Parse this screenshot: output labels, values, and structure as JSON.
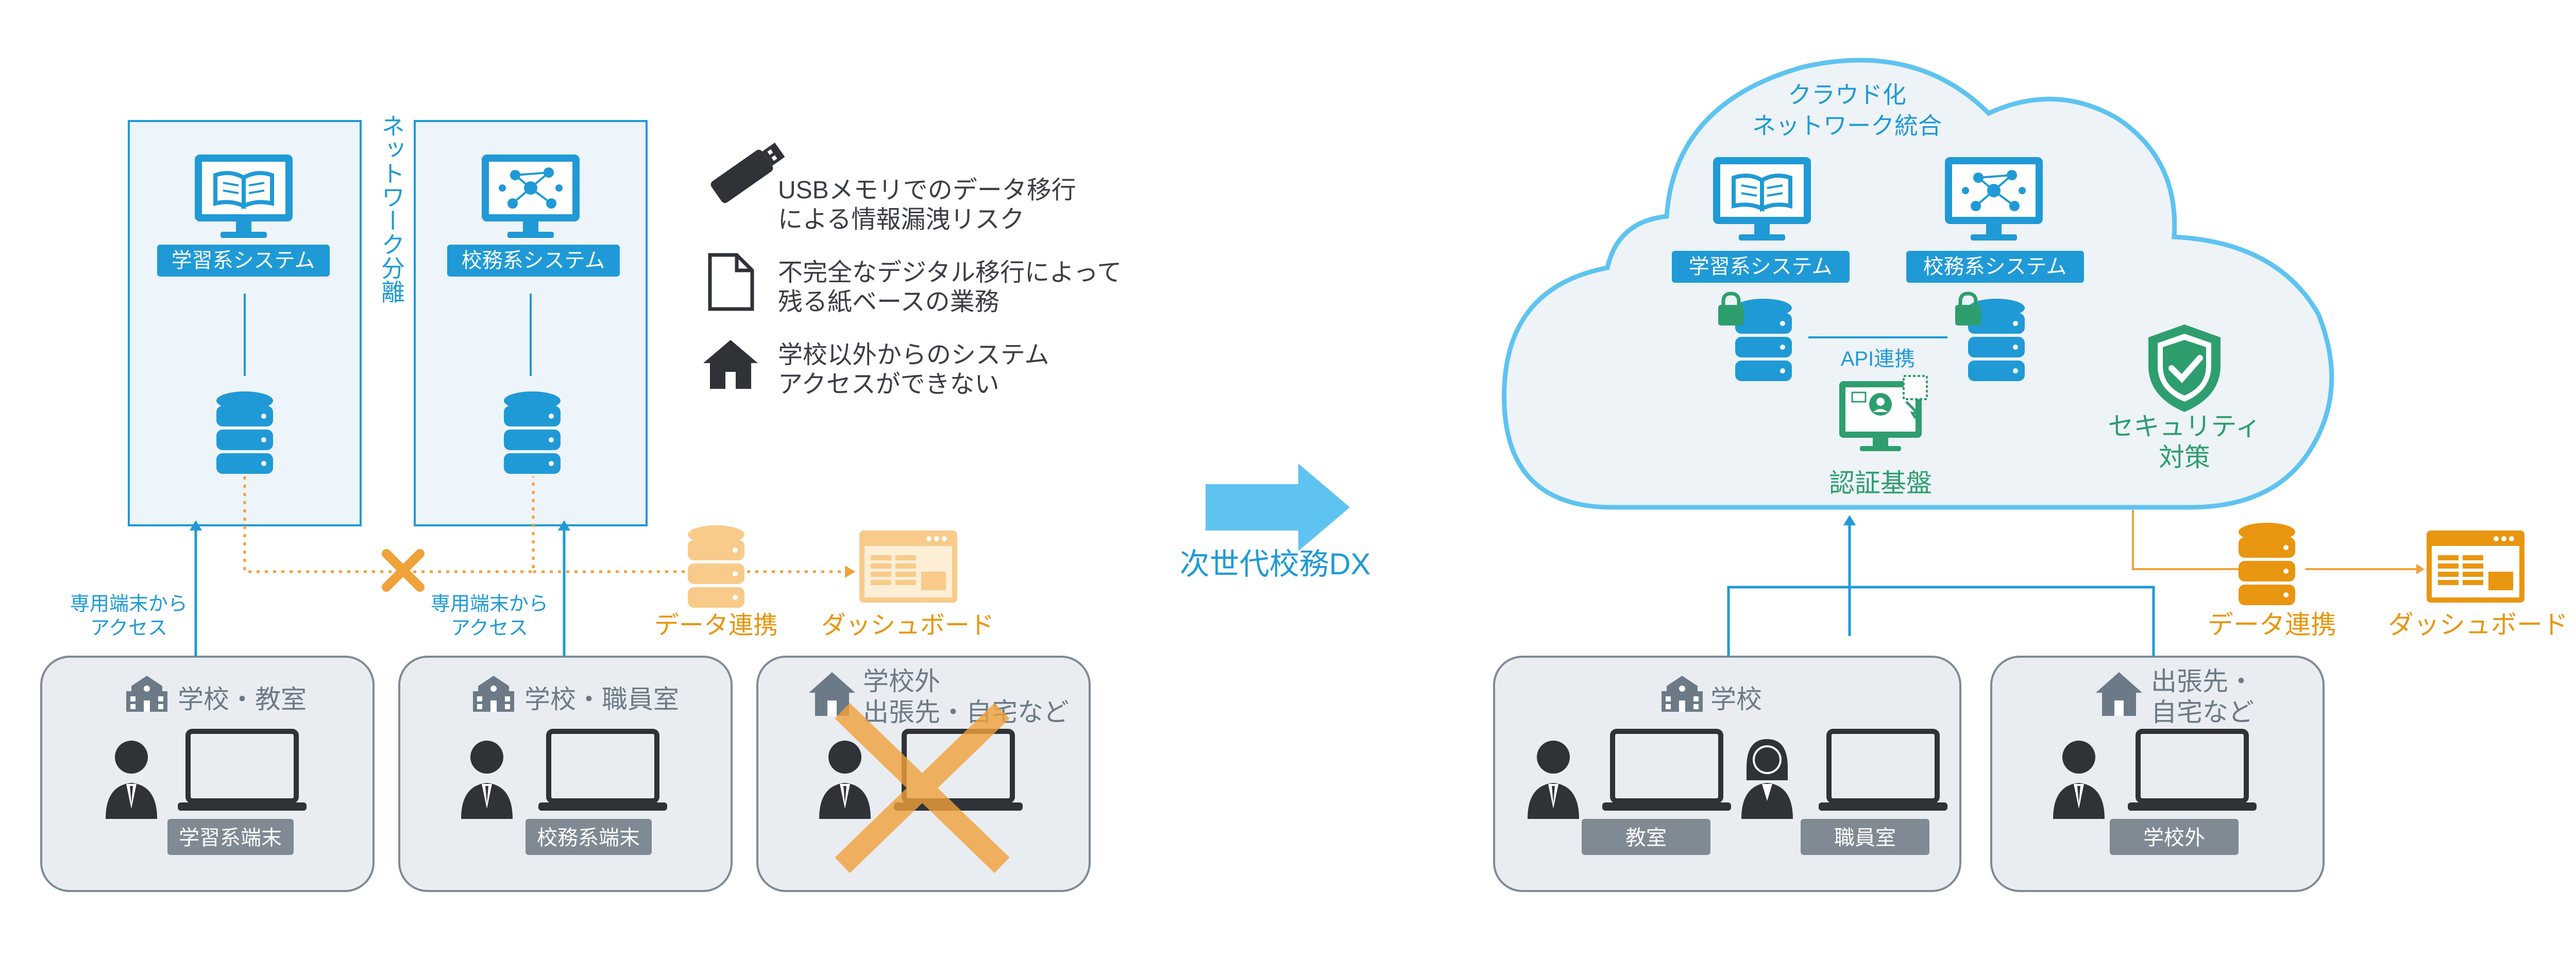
{
  "colors": {
    "blue": "#1f9ad6",
    "light_blue_fill": "#eef5fa",
    "orange": "#e8960f",
    "orange_light": "#f5c98a",
    "gray_box": "#e9edf1",
    "gray_stroke": "#7f8a94",
    "label_gray": "#6c7a88",
    "green": "#2e9e6f",
    "dark": "#3a3f45",
    "cross": "#f0a13a"
  },
  "left": {
    "box1_label": "学習系システム",
    "box2_label": "校務系システム",
    "separation_label": "ネットワーク分離",
    "access_label_1": "専用端末から",
    "access_label_2": "アクセス",
    "data_link": "データ連携",
    "dashboard": "ダッシュボード",
    "risks": [
      {
        "icon": "usb-icon",
        "line1": "USBメモリでのデータ移行",
        "line2": "による情報漏洩リスク"
      },
      {
        "icon": "document-icon",
        "line1": "不完全なデジタル移行によって",
        "line2": "残る紙ベースの業務"
      },
      {
        "icon": "home-icon",
        "line1": "学校以外からのシステム",
        "line2": "アクセスができない"
      }
    ],
    "sites": [
      {
        "title": "学校・教室",
        "badge": "学習系端末"
      },
      {
        "title": "学校・職員室",
        "badge": "校務系端末"
      },
      {
        "title_1": "学校外",
        "title_2": "出張先・自宅など"
      }
    ]
  },
  "center": {
    "arrow_label": "次世代校務DX"
  },
  "right": {
    "cloud_title_1": "クラウド化",
    "cloud_title_2": "ネットワーク統合",
    "system1": "学習系システム",
    "system2": "校務系システム",
    "api": "API連携",
    "auth": "認証基盤",
    "security_1": "セキュリティ",
    "security_2": "対策",
    "data_link": "データ連携",
    "dashboard": "ダッシュボード",
    "school_title": "学校",
    "school_badges": [
      "教室",
      "職員室"
    ],
    "outside_title_1": "出張先・",
    "outside_title_2": "自宅など",
    "outside_badge": "学校外"
  }
}
